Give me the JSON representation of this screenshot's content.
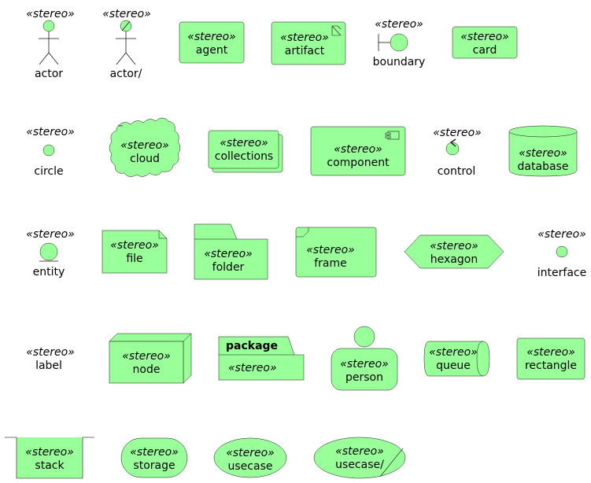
{
  "stereotype": "«stereo»",
  "fill_color": "#99FF99",
  "line_color": "#181818",
  "elements": {
    "actor": "actor",
    "actor_business": "actor/",
    "agent": "agent",
    "artifact": "artifact",
    "boundary": "boundary",
    "card": "card",
    "circle": "circle",
    "cloud": "cloud",
    "collections": "collections",
    "component": "component",
    "control": "control",
    "database": "database",
    "entity": "entity",
    "file": "file",
    "folder": "folder",
    "frame": "frame",
    "hexagon": "hexagon",
    "interface": "interface",
    "label": "label",
    "node": "node",
    "package": "package",
    "person": "person",
    "queue": "queue",
    "rectangle": "rectangle",
    "stack": "stack",
    "storage": "storage",
    "usecase": "usecase",
    "usecase_business": "usecase/"
  }
}
